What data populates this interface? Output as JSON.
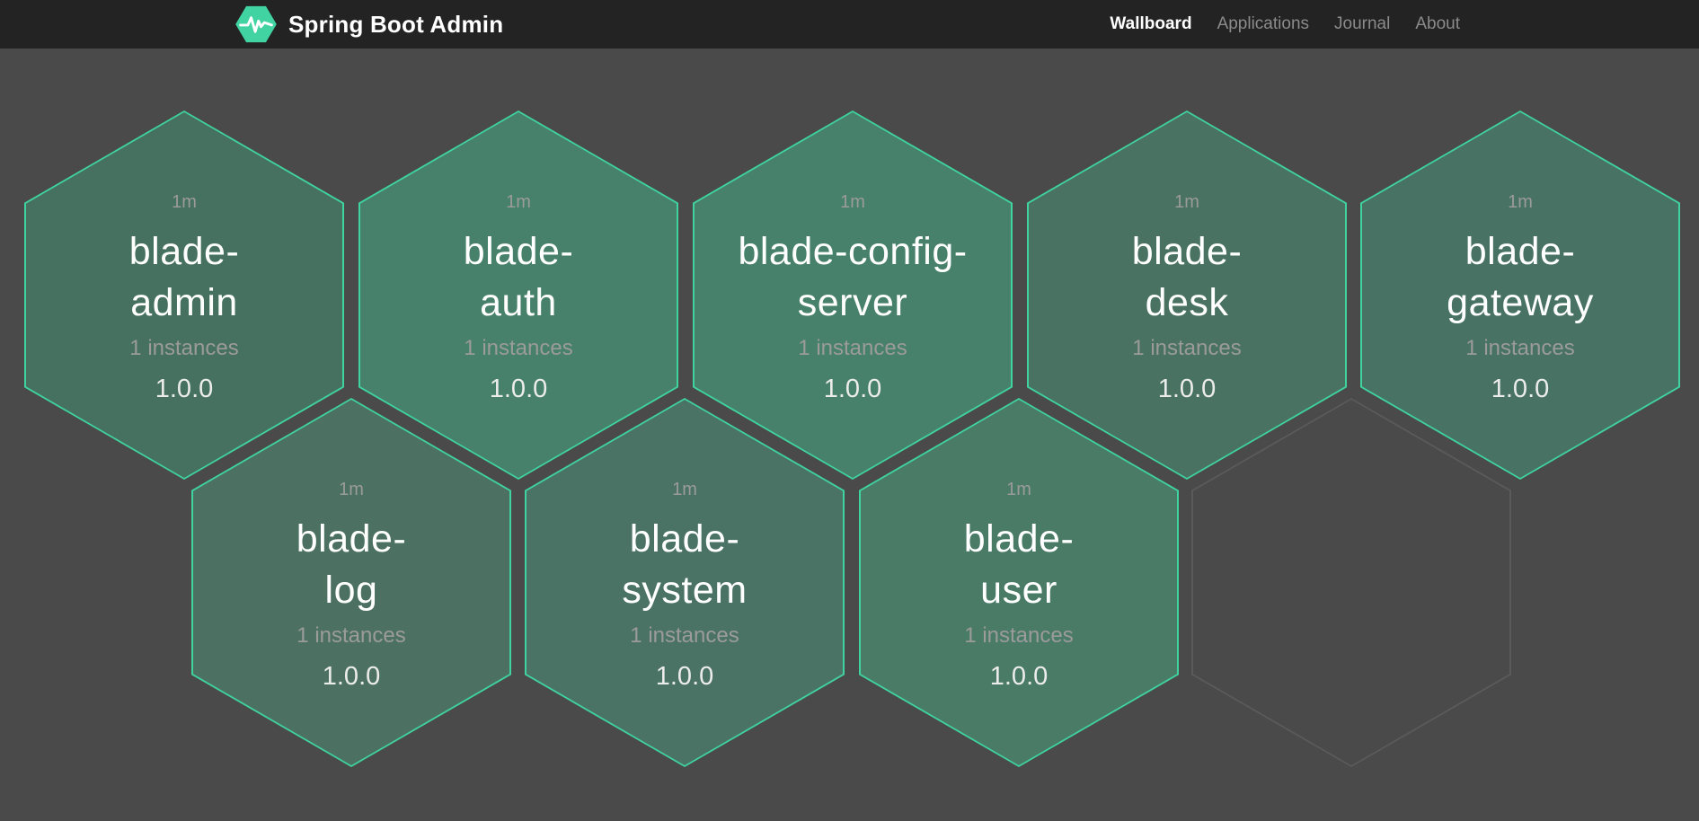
{
  "header": {
    "brand": "Spring Boot Admin",
    "logo_icon": "pulse-hexagon-icon",
    "nav": [
      {
        "label": "Wallboard",
        "active": true
      },
      {
        "label": "Applications",
        "active": false
      },
      {
        "label": "Journal",
        "active": false
      },
      {
        "label": "About",
        "active": false
      }
    ]
  },
  "colors": {
    "page_bg": "#4a4a4a",
    "header_bg": "#232323",
    "brand_green": "#41d3a2",
    "hex_border": "#3fd3a0",
    "empty_hex_border": "#5a5a5a",
    "empty_hex_fill": "#4a4a4a",
    "muted_text": "#9b9b9b",
    "name_text": "#ffffff",
    "version_text": "#ececec"
  },
  "wallboard": {
    "applications": [
      {
        "name": "blade-admin",
        "name_lines": [
          "blade-",
          "admin"
        ],
        "time": "1m",
        "instances": "1 instances",
        "version": "1.0.0",
        "fill": "#46705f"
      },
      {
        "name": "blade-auth",
        "name_lines": [
          "blade-",
          "auth"
        ],
        "time": "1m",
        "instances": "1 instances",
        "version": "1.0.0",
        "fill": "#47816c"
      },
      {
        "name": "blade-config-server",
        "name_lines": [
          "blade-config-",
          "server"
        ],
        "time": "1m",
        "instances": "1 instances",
        "version": "1.0.0",
        "fill": "#47806b"
      },
      {
        "name": "blade-desk",
        "name_lines": [
          "blade-",
          "desk"
        ],
        "time": "1m",
        "instances": "1 instances",
        "version": "1.0.0",
        "fill": "#497263"
      },
      {
        "name": "blade-gateway",
        "name_lines": [
          "blade-",
          "gateway"
        ],
        "time": "1m",
        "instances": "1 instances",
        "version": "1.0.0",
        "fill": "#487263"
      },
      {
        "name": "blade-log",
        "name_lines": [
          "blade-",
          "log"
        ],
        "time": "1m",
        "instances": "1 instances",
        "version": "1.0.0",
        "fill": "#4c7163"
      },
      {
        "name": "blade-system",
        "name_lines": [
          "blade-",
          "system"
        ],
        "time": "1m",
        "instances": "1 instances",
        "version": "1.0.0",
        "fill": "#4b7365"
      },
      {
        "name": "blade-user",
        "name_lines": [
          "blade-",
          "user"
        ],
        "time": "1m",
        "instances": "1 instances",
        "version": "1.0.0",
        "fill": "#4a7b67"
      }
    ],
    "empty_slots": 1
  }
}
